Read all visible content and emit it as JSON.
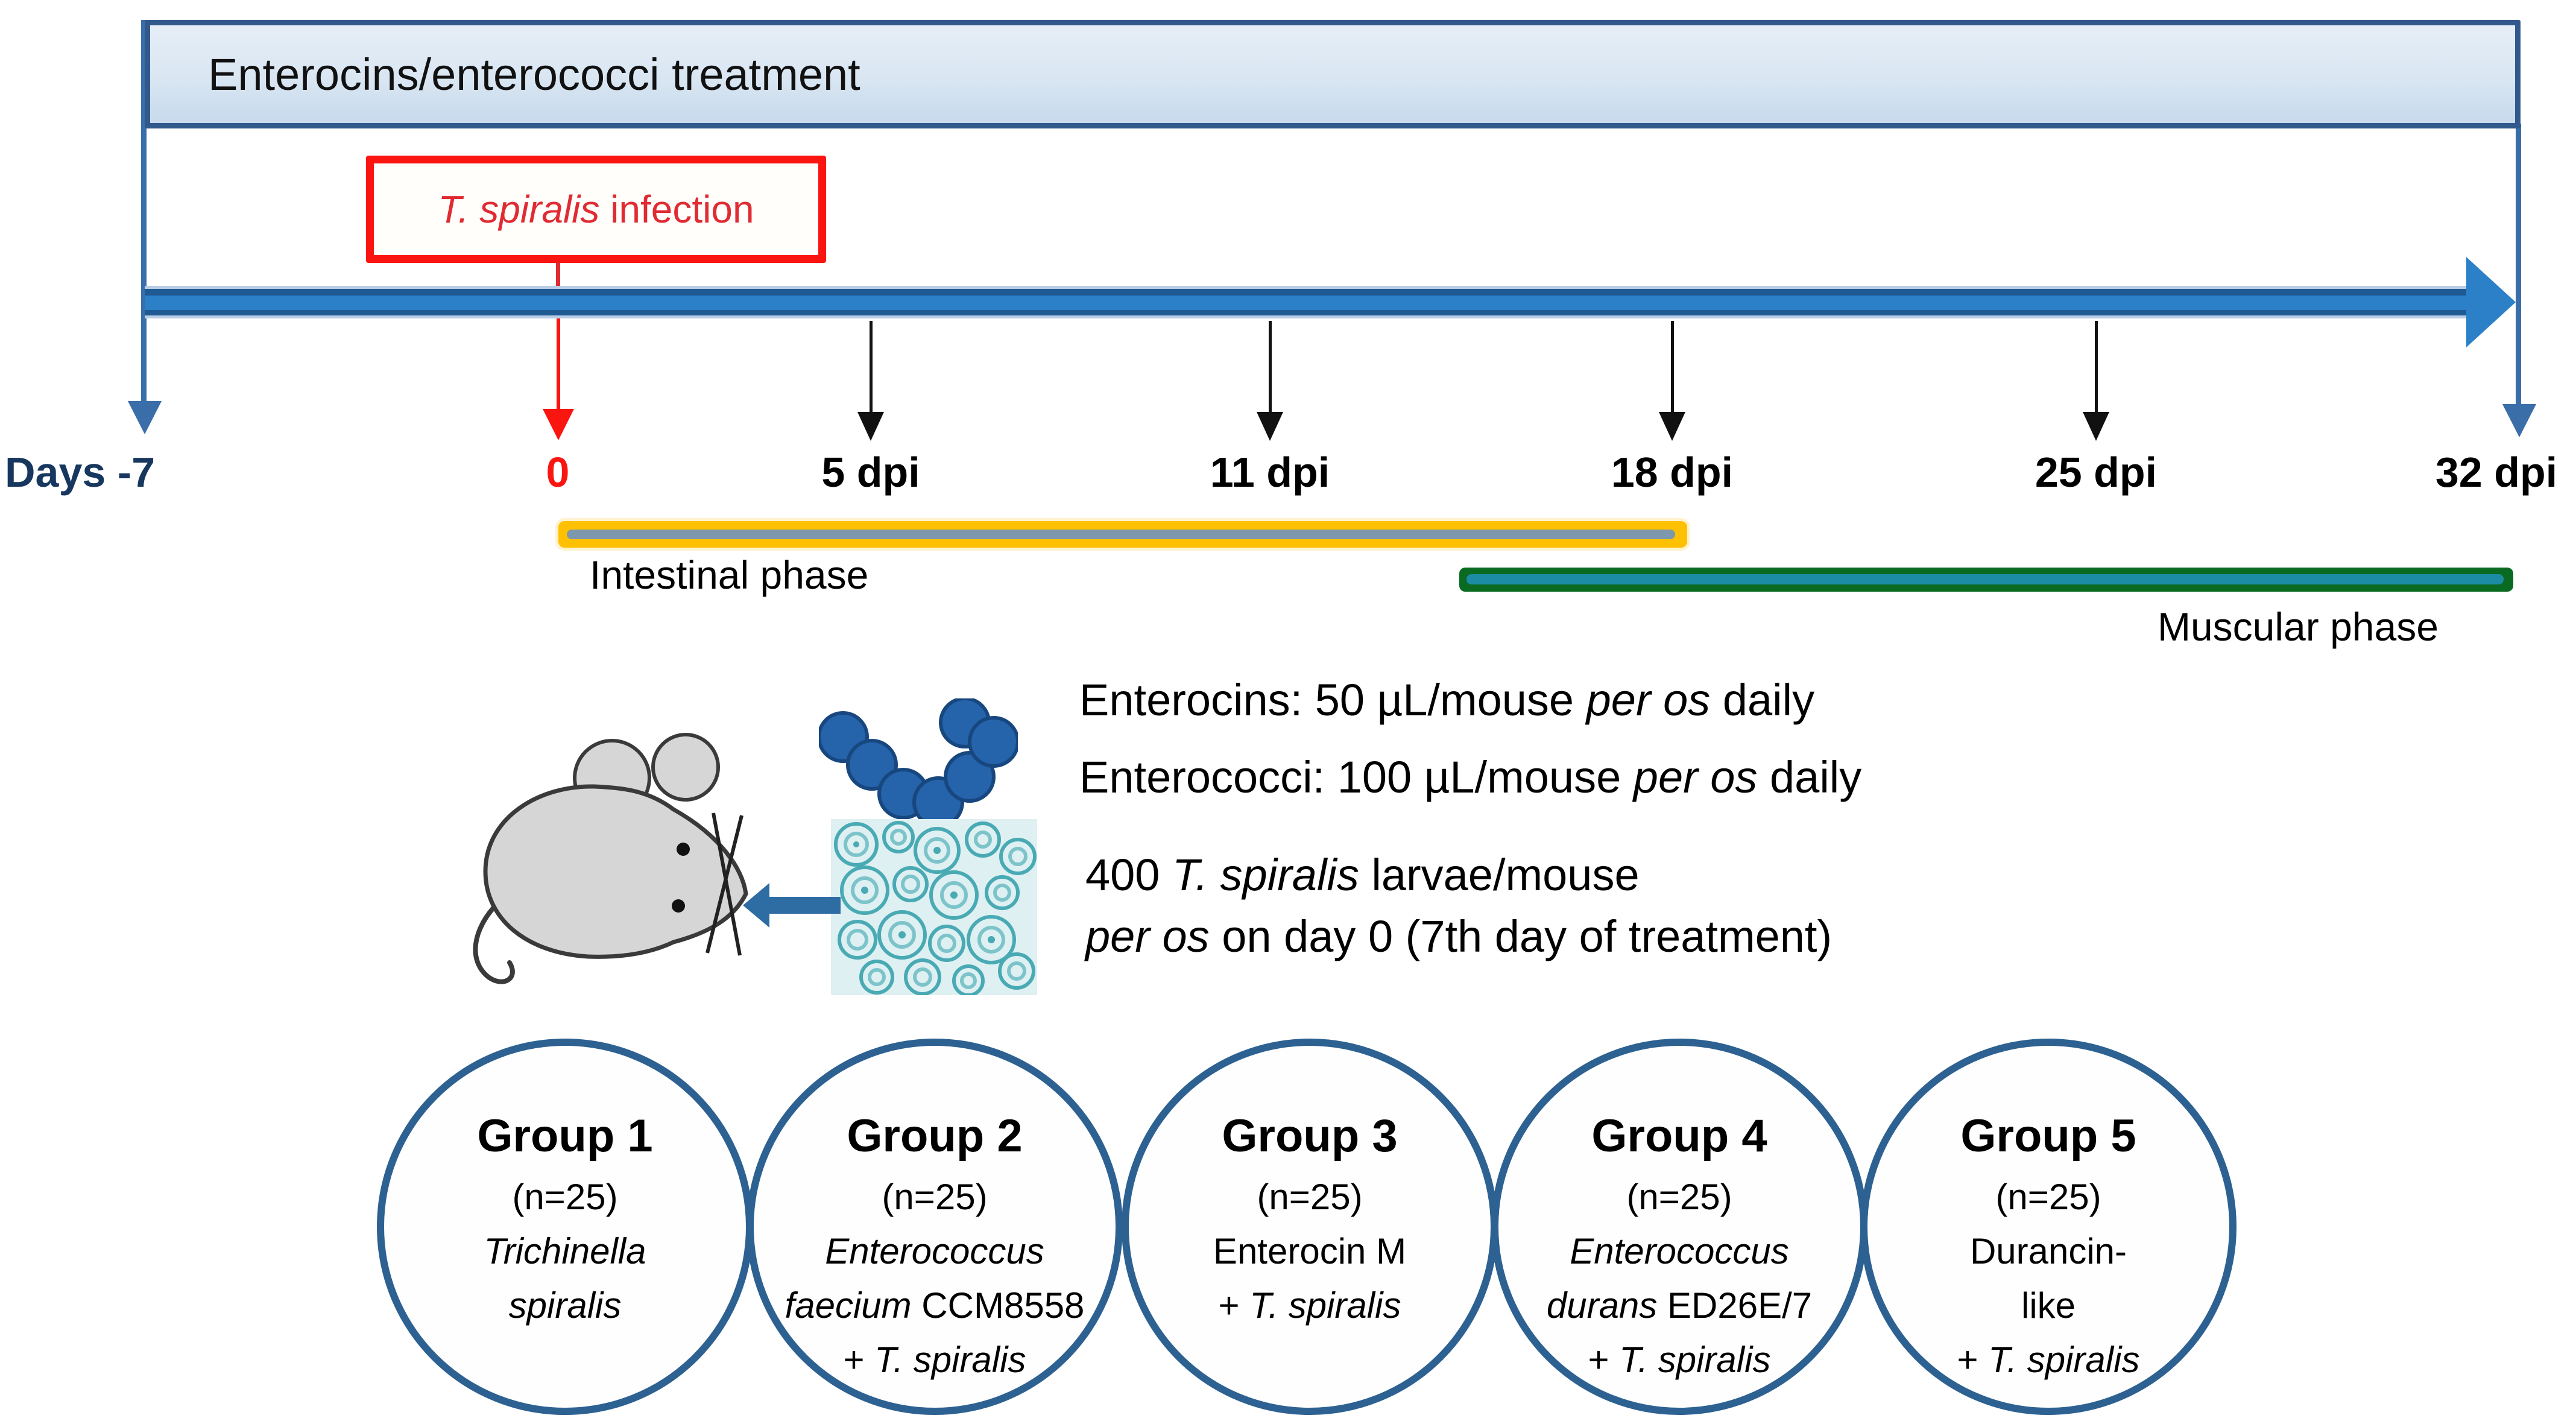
{
  "banner": {
    "label": "Enterocins/enterococci treatment"
  },
  "infection_callout": {
    "it": "T. spiralis",
    "post": " infection"
  },
  "timeline": {
    "ticks": [
      {
        "id": "day-minus-7",
        "label": "Days -7"
      },
      {
        "id": "day-0",
        "label": "0"
      },
      {
        "id": "dpi-5",
        "label": "5 dpi"
      },
      {
        "id": "dpi-11",
        "label": "11 dpi"
      },
      {
        "id": "dpi-18",
        "label": "18 dpi"
      },
      {
        "id": "dpi-25",
        "label": "25 dpi"
      },
      {
        "id": "dpi-32",
        "label": "32 dpi"
      }
    ]
  },
  "phases": {
    "intestinal": {
      "label": "Intestinal phase"
    },
    "muscular": {
      "label": "Muscular phase"
    }
  },
  "dosing": {
    "line1": {
      "pre": "Enterocins: 50 µL/mouse ",
      "it": "per os",
      "post": " daily"
    },
    "line2": {
      "pre": "Enterococci: 100 µL/mouse ",
      "it": "per os",
      "post": " daily"
    }
  },
  "inoculation": {
    "line1": {
      "pre": "400 ",
      "it": "T. spiralis",
      "post": " larvae/mouse"
    },
    "line2": {
      "it": "per os",
      "post": " on day 0 (7th day of treatment)"
    }
  },
  "groups": [
    {
      "title": "Group 1",
      "n": "(n=25)",
      "lines": [
        {
          "it": "Trichinella"
        },
        {
          "it": "spiralis"
        }
      ]
    },
    {
      "title": "Group 2",
      "n": "(n=25)",
      "lines": [
        {
          "it": "Enterococcus"
        },
        {
          "it": "faecium",
          "post": " CCM8558"
        },
        {
          "pre": "+ ",
          "it": "T. spiralis"
        }
      ]
    },
    {
      "title": "Group 3",
      "n": "(n=25)",
      "lines": [
        {
          "pre": "Enterocin M"
        },
        {
          "pre": "+ ",
          "it": "T. spiralis"
        }
      ]
    },
    {
      "title": "Group 4",
      "n": "(n=25)",
      "lines": [
        {
          "it": "Enterococcus"
        },
        {
          "it": "durans",
          "post": " ED26E/7"
        },
        {
          "pre": "+ ",
          "it": "T. spiralis"
        }
      ]
    },
    {
      "title": "Group 5",
      "n": "(n=25)",
      "lines": [
        {
          "pre": "Durancin-"
        },
        {
          "pre": "like"
        },
        {
          "pre": "+ ",
          "it": "T. spiralis"
        }
      ]
    }
  ],
  "colors": {
    "timeline_blue": "#2b80c8",
    "banner_fill": "#d9e6f2",
    "banner_border": "#31598c",
    "navy_text": "#17375e",
    "red": "#fb1511",
    "intestinal_gold": "#ffc000",
    "intestinal_core": "#7d97ac",
    "muscular_green": "#0a6a21",
    "muscular_core": "#1c8ca4",
    "circle_border": "#2d6191",
    "bacteria_blue": "#2563ab",
    "mouse_gray": "#d6d6d6"
  }
}
